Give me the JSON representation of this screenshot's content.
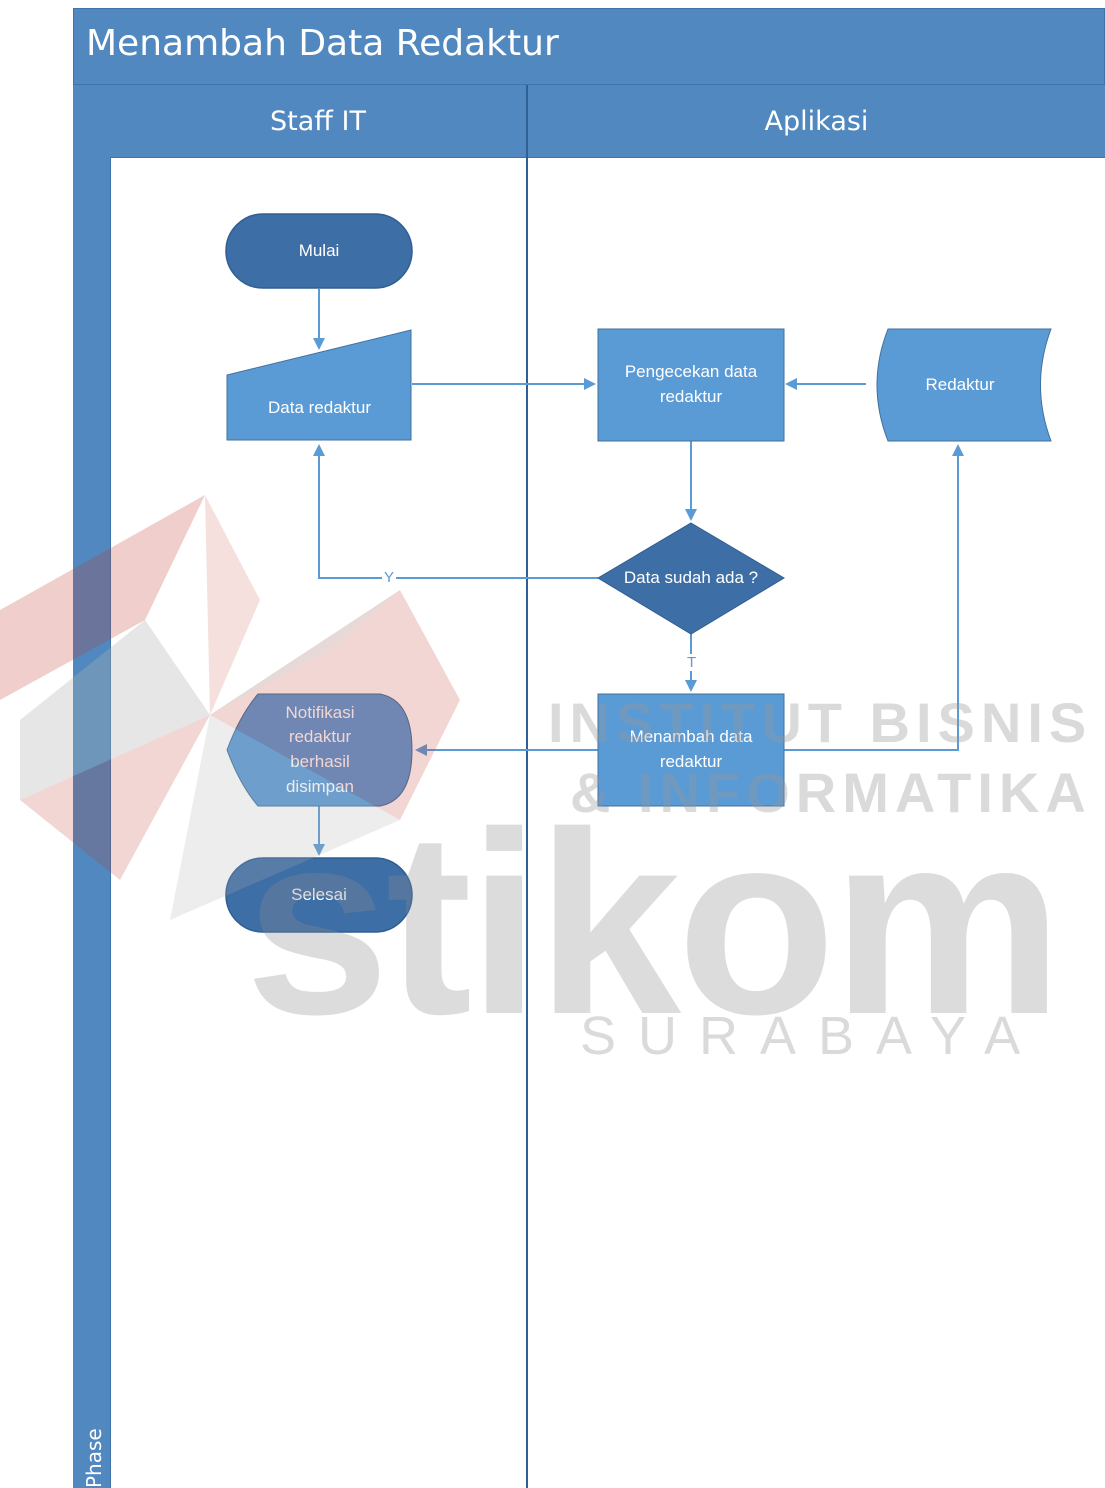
{
  "title": "Menambah Data Redaktur",
  "phase_label": "Phase",
  "lanes": [
    {
      "label": "Staff IT"
    },
    {
      "label": "Aplikasi"
    }
  ],
  "nodes": {
    "start": "Mulai",
    "input": "Data redaktur",
    "check": "Pengecekan data redaktur",
    "db": "Redaktur",
    "decision": "Data sudah ada ?",
    "add": "Menambah data redaktur",
    "notif": "Notifikasi redaktur berhasil disimpan",
    "end": "Selesai"
  },
  "edge_labels": {
    "yes": "Y",
    "no": "T"
  },
  "watermark": {
    "line1": "INSTITUT BISNIS",
    "line2": "& INFORMATIKA",
    "brand": "stikom",
    "city": "SURABAYA"
  },
  "colors": {
    "header": "#5088bf",
    "shape": "#5b9bd5",
    "shape_dark": "#3e6ea6",
    "line": "#5b9bd5"
  }
}
